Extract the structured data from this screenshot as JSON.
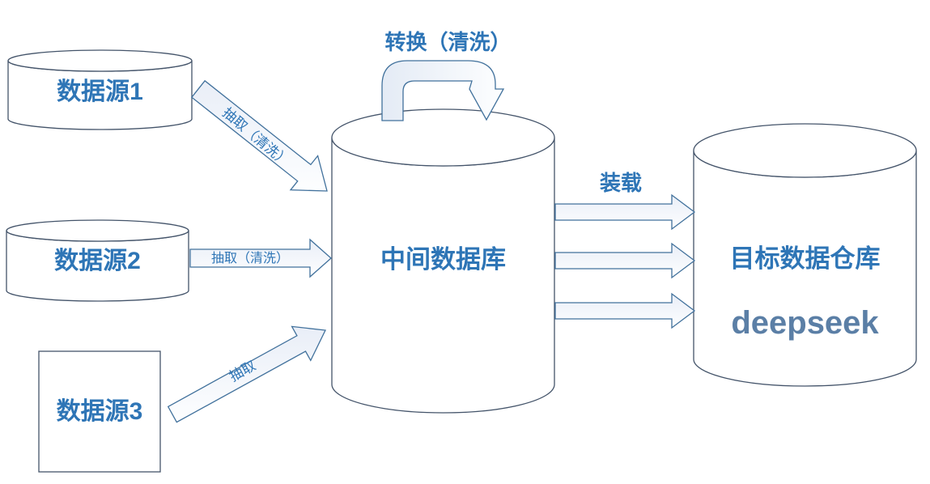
{
  "diagram": {
    "nodes": {
      "source1": {
        "label": "数据源1",
        "shape": "cylinder"
      },
      "source2": {
        "label": "数据源2",
        "shape": "cylinder"
      },
      "source3": {
        "label": "数据源3",
        "shape": "rectangle"
      },
      "staging": {
        "label": "中间数据库",
        "shape": "cylinder"
      },
      "target": {
        "label": "目标数据仓库",
        "sublabel": "deepseek",
        "shape": "cylinder"
      }
    },
    "edges": {
      "extract1": {
        "label": "抽取（清洗）",
        "from": "source1",
        "to": "staging"
      },
      "extract2": {
        "label": "抽取（清洗）",
        "from": "source2",
        "to": "staging"
      },
      "extract3": {
        "label": "抽取",
        "from": "source3",
        "to": "staging"
      },
      "transform": {
        "label": "转换（清洗）",
        "from": "staging",
        "to": "staging"
      },
      "load": {
        "label": "装载",
        "from": "staging",
        "to": "target"
      }
    },
    "colors": {
      "label_blue": "#2E75B6",
      "deepseek_blue": "#5B7FA6",
      "shape_outline": "#44546A",
      "arrow_outline": "#41719C",
      "arrow_fill_top": "#E9EEF7",
      "arrow_fill_bottom": "#FDFEFF",
      "background": "#FFFFFF"
    }
  }
}
